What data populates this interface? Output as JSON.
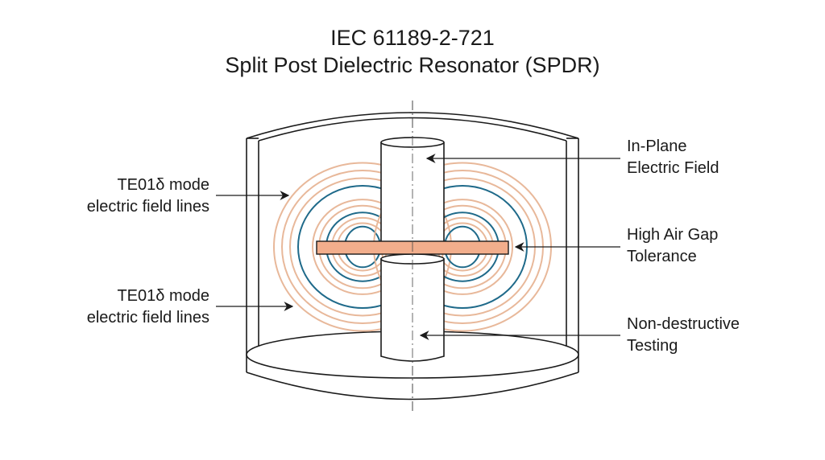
{
  "title": {
    "line1": "IEC 61189-2-721",
    "line2": "Split Post Dielectric Resonator (SPDR)"
  },
  "labels": {
    "left_top": {
      "line1": "TE01δ mode",
      "line2": "electric field lines"
    },
    "left_bottom": {
      "line1": "TE01δ mode",
      "line2": "electric field lines"
    },
    "right_top": {
      "line1": "In-Plane",
      "line2": "Electric Field"
    },
    "right_middle": {
      "line1": "High Air Gap",
      "line2": "Tolerance"
    },
    "right_bottom": {
      "line1": "Non-destructive",
      "line2": "Testing"
    }
  },
  "colors": {
    "field_orange": "#e8b89a",
    "field_blue": "#1f6a8a",
    "sample": "#f2ae8c",
    "outline": "#1a1a1a"
  }
}
